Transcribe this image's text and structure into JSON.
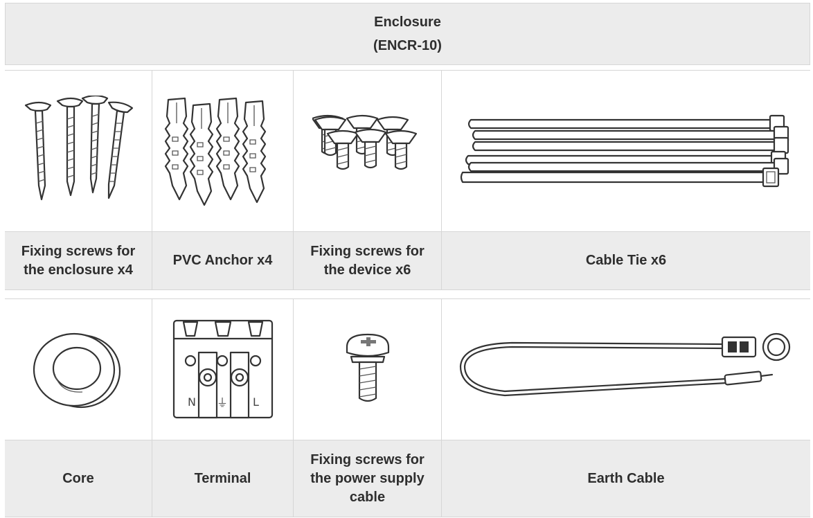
{
  "header": {
    "title": "Enclosure",
    "model": "(ENCR-10)"
  },
  "row1": {
    "items": [
      {
        "label": "Fixing screws for the enclosure x4",
        "icon": "wood-screw-icon"
      },
      {
        "label": "PVC Anchor x4",
        "icon": "wall-anchor-icon"
      },
      {
        "label": "Fixing screws for the device x6",
        "icon": "countersunk-screw-icon"
      },
      {
        "label": "Cable Tie x6",
        "icon": "cable-tie-icon"
      }
    ]
  },
  "row2": {
    "items": [
      {
        "label": "Core",
        "icon": "ferrite-core-icon"
      },
      {
        "label": "Terminal",
        "icon": "terminal-block-icon",
        "markings": {
          "neutral": "N",
          "earth": "⏚",
          "live": "L"
        }
      },
      {
        "label": "Fixing screws for the power supply cable",
        "icon": "pan-head-screw-icon"
      },
      {
        "label": "Earth Cable",
        "icon": "earth-cable-icon"
      }
    ]
  }
}
